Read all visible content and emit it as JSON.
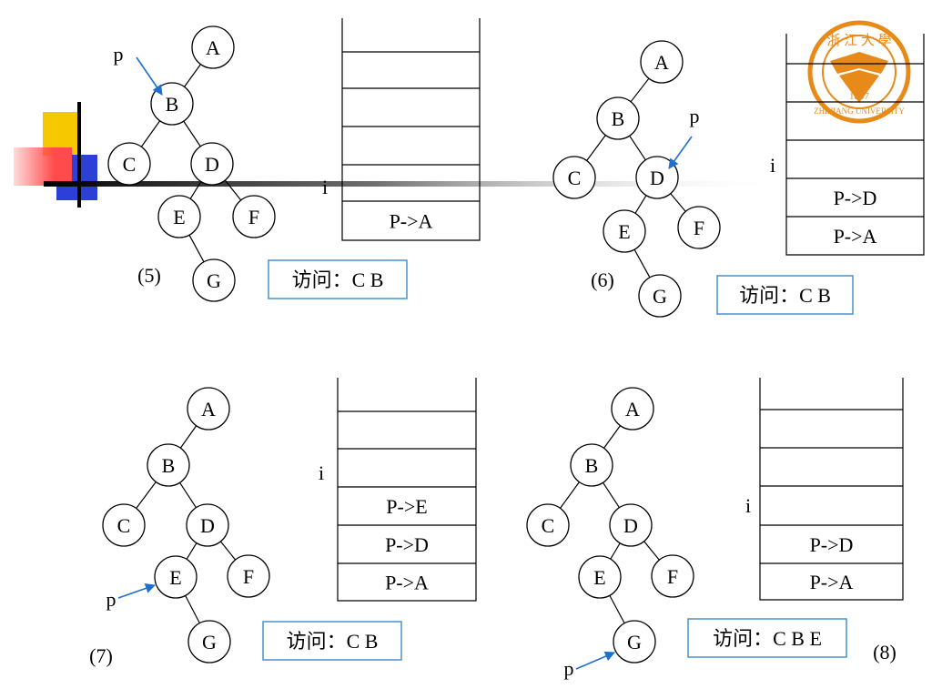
{
  "colors": {
    "pointer_arrow": "#1f6fd0",
    "visit_box_border": "#4a90c8",
    "deco_yellow": "#f6c800",
    "deco_blue": "#2c3fd6",
    "deco_red": "#ff4b4b",
    "logo_orange": "#e88a1a"
  },
  "logo": {
    "text_top": "浙 江 大 學",
    "text_bottom": "ZHEJIANG UNIVERSITY",
    "year": "1897"
  },
  "panels": [
    {
      "id": "5",
      "step_label": "(5)",
      "pointer_label": "p",
      "pointer_node": "B",
      "index_label": "i",
      "stack_items": [
        "P->A"
      ],
      "visit_text": "访问：C B"
    },
    {
      "id": "6",
      "step_label": "(6)",
      "pointer_label": "p",
      "pointer_node": "D",
      "index_label": "i",
      "stack_items": [
        "P->D",
        "P->A"
      ],
      "visit_text": "访问：C B"
    },
    {
      "id": "7",
      "step_label": "(7)",
      "pointer_label": "p",
      "pointer_node": "E",
      "index_label": "i",
      "stack_items": [
        "P->E",
        "P->D",
        "P->A"
      ],
      "visit_text": "访问：C B"
    },
    {
      "id": "8",
      "step_label": "(8)",
      "pointer_label": "p",
      "pointer_node": "G",
      "index_label": "i",
      "stack_items": [
        "P->D",
        "P->A"
      ],
      "visit_text": "访问：C B E"
    }
  ],
  "tree": {
    "nodes": [
      "A",
      "B",
      "C",
      "D",
      "E",
      "F",
      "G"
    ],
    "edges": [
      [
        "A",
        "B"
      ],
      [
        "B",
        "C"
      ],
      [
        "B",
        "D"
      ],
      [
        "D",
        "E"
      ],
      [
        "D",
        "F"
      ],
      [
        "E",
        "G"
      ]
    ]
  }
}
